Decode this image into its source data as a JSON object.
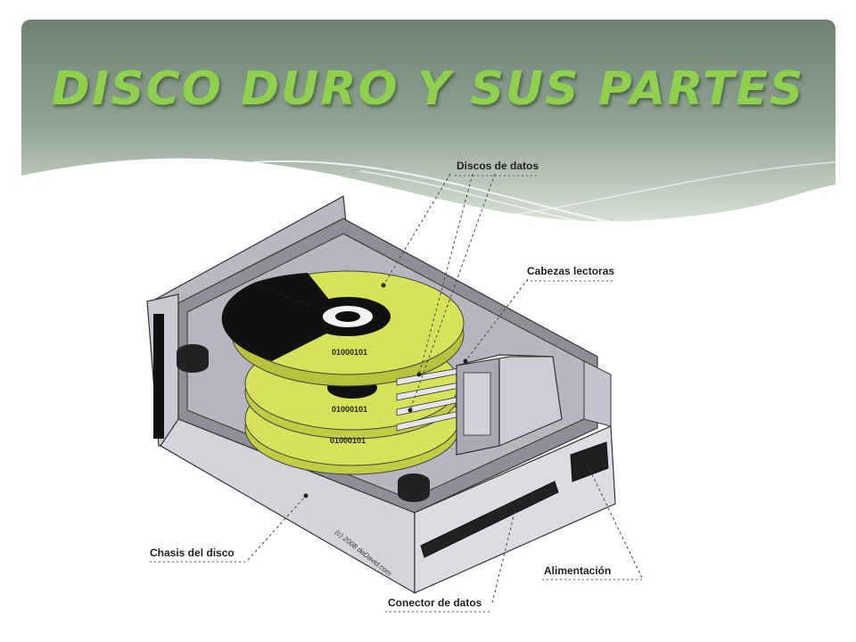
{
  "slide": {
    "title": "DISCO DURO Y  SUS PARTES"
  },
  "diagram": {
    "labels": {
      "discos": "Discos de datos",
      "cabezas": "Cabezas lectoras",
      "chasis": "Chasis del disco",
      "alimentacion": "Alimentación",
      "conector": "Conector de datos"
    },
    "platter_codes": [
      "01000101",
      "01000101",
      "01000101"
    ],
    "copyright": "(c) 2008 deDavid.com"
  },
  "colors": {
    "platter": "#d6e25a",
    "title": "#8fd14f",
    "chassis": "#c9c9d0"
  }
}
